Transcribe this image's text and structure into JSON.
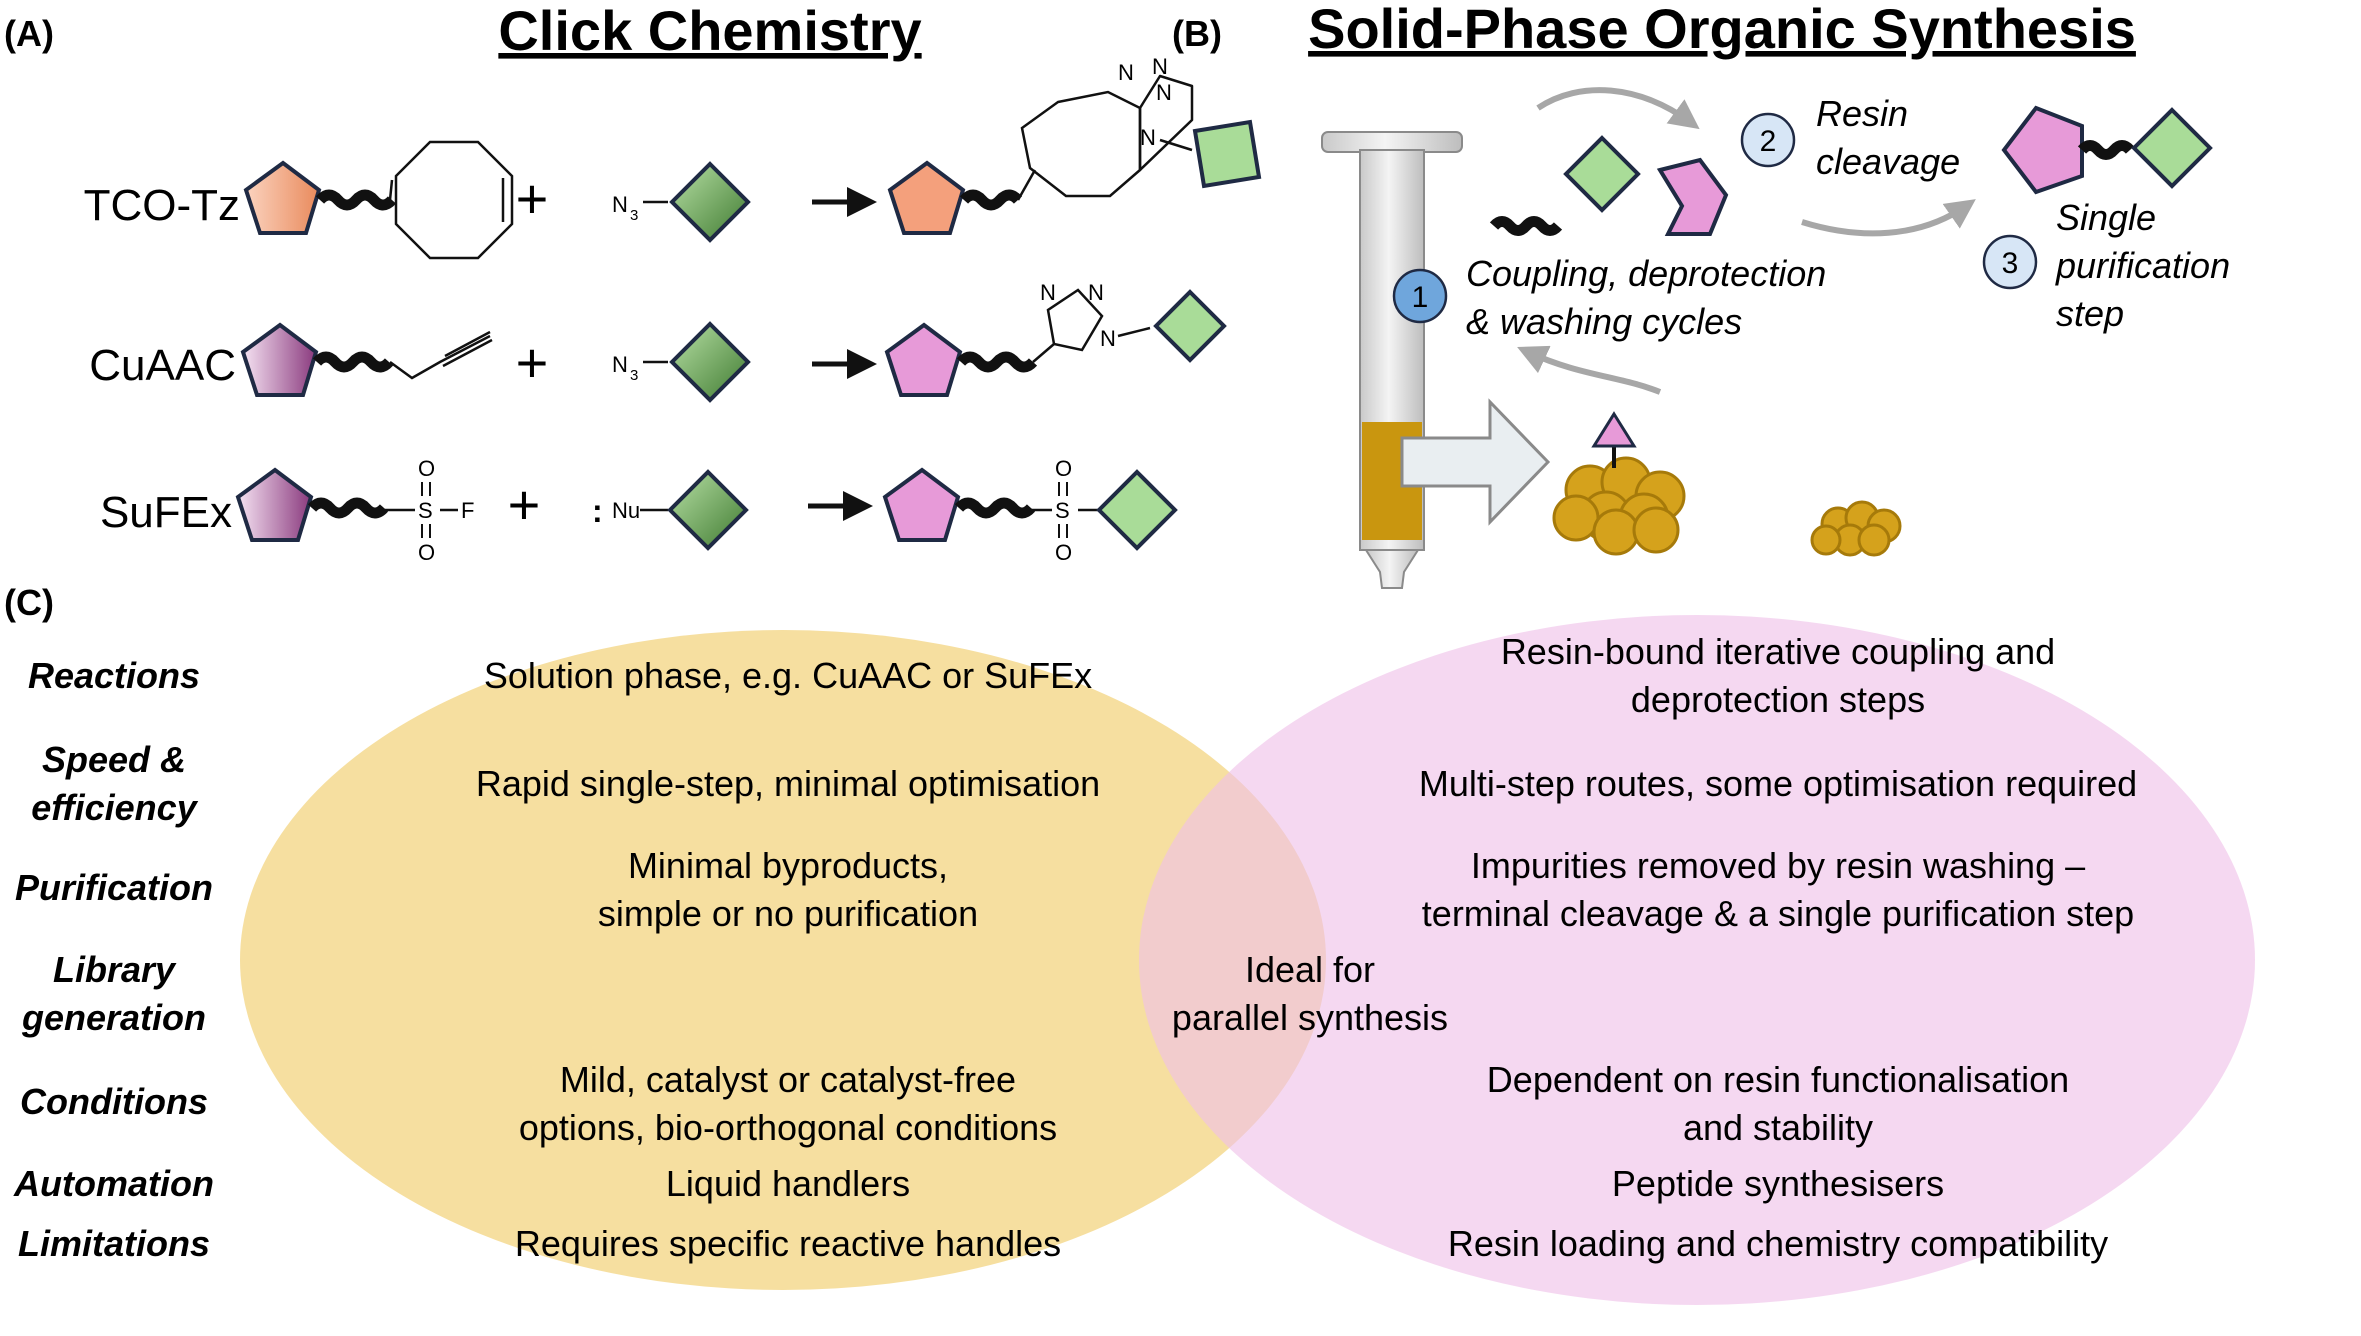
{
  "panels": {
    "a_label": "(A)",
    "b_label": "(B)",
    "c_label": "(C)"
  },
  "click": {
    "title": "Click Chemistry",
    "reactions": [
      {
        "name": "TCO-Tz",
        "plus": "+",
        "reagent": "N",
        "reagent_sub": "3"
      },
      {
        "name": "CuAAC",
        "plus": "+",
        "reagent": "N",
        "reagent_sub": "3"
      },
      {
        "name": "SuFEx",
        "plus": "+",
        "reagent": "Nu",
        "reagent_prefix": ":"
      }
    ],
    "atoms": {
      "S": "S",
      "O": "O",
      "F": "F",
      "N": "N"
    }
  },
  "spos": {
    "title": "Solid-Phase Organic Synthesis",
    "steps": [
      {
        "num": "1",
        "lines": [
          "Coupling, deprotection",
          "& washing cycles"
        ]
      },
      {
        "num": "2",
        "lines": [
          "Resin",
          "cleavage"
        ]
      },
      {
        "num": "3",
        "lines": [
          "Single",
          "purification",
          "step"
        ]
      }
    ]
  },
  "comparison": {
    "rows": [
      {
        "label_lines": [
          "Reactions"
        ],
        "left": [
          "Solution phase, e.g. CuAAC or SuFEx"
        ],
        "right": [
          "Resin-bound iterative coupling and",
          "deprotection steps"
        ]
      },
      {
        "label_lines": [
          "Speed &",
          "efficiency"
        ],
        "left": [
          "Rapid single-step, minimal optimisation"
        ],
        "right": [
          "Multi-step routes, some optimisation required"
        ]
      },
      {
        "label_lines": [
          "Purification"
        ],
        "left": [
          "Minimal byproducts,",
          "simple or no purification"
        ],
        "right": [
          "Impurities removed by resin washing –",
          "terminal cleavage & a single purification step"
        ]
      },
      {
        "label_lines": [
          "Library",
          "generation"
        ],
        "center": [
          "Ideal for",
          "parallel synthesis"
        ]
      },
      {
        "label_lines": [
          "Conditions"
        ],
        "left": [
          "Mild, catalyst or catalyst-free",
          "options, bio-orthogonal conditions"
        ],
        "right": [
          "Dependent on resin functionalisation",
          "and stability"
        ]
      },
      {
        "label_lines": [
          "Automation"
        ],
        "left": [
          "Liquid handlers"
        ],
        "right": [
          "Peptide synthesisers"
        ]
      },
      {
        "label_lines": [
          "Limitations"
        ],
        "left": [
          "Requires specific reactive handles"
        ],
        "right": [
          "Resin loading and chemistry compatibility"
        ]
      }
    ]
  },
  "colors": {
    "orange_shape": "#f4a07c",
    "pink_shape": "#e79ad8",
    "purple_grad_dark": "#8a3a7e",
    "green_shape": "#a9dc98",
    "green_dark": "#4f8a3c",
    "shape_stroke": "#1f2a44",
    "venn_left": "#f3d27c",
    "venn_right": "#efc0e8",
    "resin": "#d5a21c",
    "step_blue": "#6fa6dc",
    "step_light": "#d7e6f6"
  }
}
